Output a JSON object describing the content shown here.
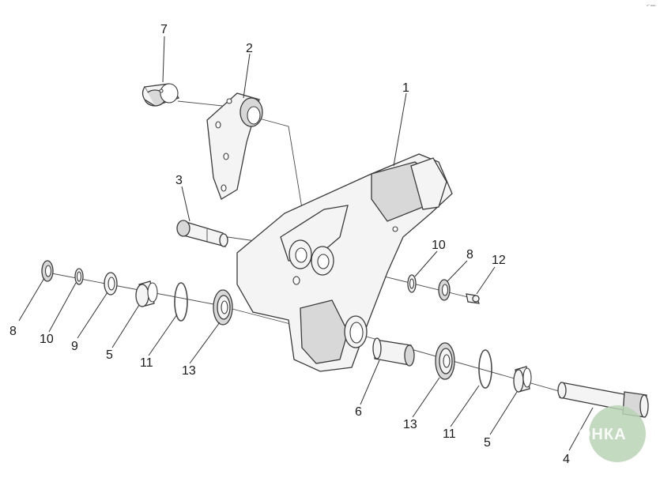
{
  "diagram": {
    "corner_mark": "nº ааа",
    "callouts": [
      {
        "id": "c1",
        "text": "1"
      },
      {
        "id": "c2",
        "text": "2"
      },
      {
        "id": "c3",
        "text": "3"
      },
      {
        "id": "c4",
        "text": "4"
      },
      {
        "id": "c5a",
        "text": "5"
      },
      {
        "id": "c5b",
        "text": "5"
      },
      {
        "id": "c6",
        "text": "6"
      },
      {
        "id": "c7",
        "text": "7"
      },
      {
        "id": "c8a",
        "text": "8"
      },
      {
        "id": "c8b",
        "text": "8"
      },
      {
        "id": "c9",
        "text": "9"
      },
      {
        "id": "c10a",
        "text": "10"
      },
      {
        "id": "c10b",
        "text": "10"
      },
      {
        "id": "c11a",
        "text": "11"
      },
      {
        "id": "c11b",
        "text": "11"
      },
      {
        "id": "c12",
        "text": "12"
      },
      {
        "id": "c13a",
        "text": "13"
      },
      {
        "id": "c13b",
        "text": "13"
      }
    ]
  },
  "watermark": {
    "logo_text": "АГРОНКА",
    "badge_color": "#b9d4b5"
  }
}
